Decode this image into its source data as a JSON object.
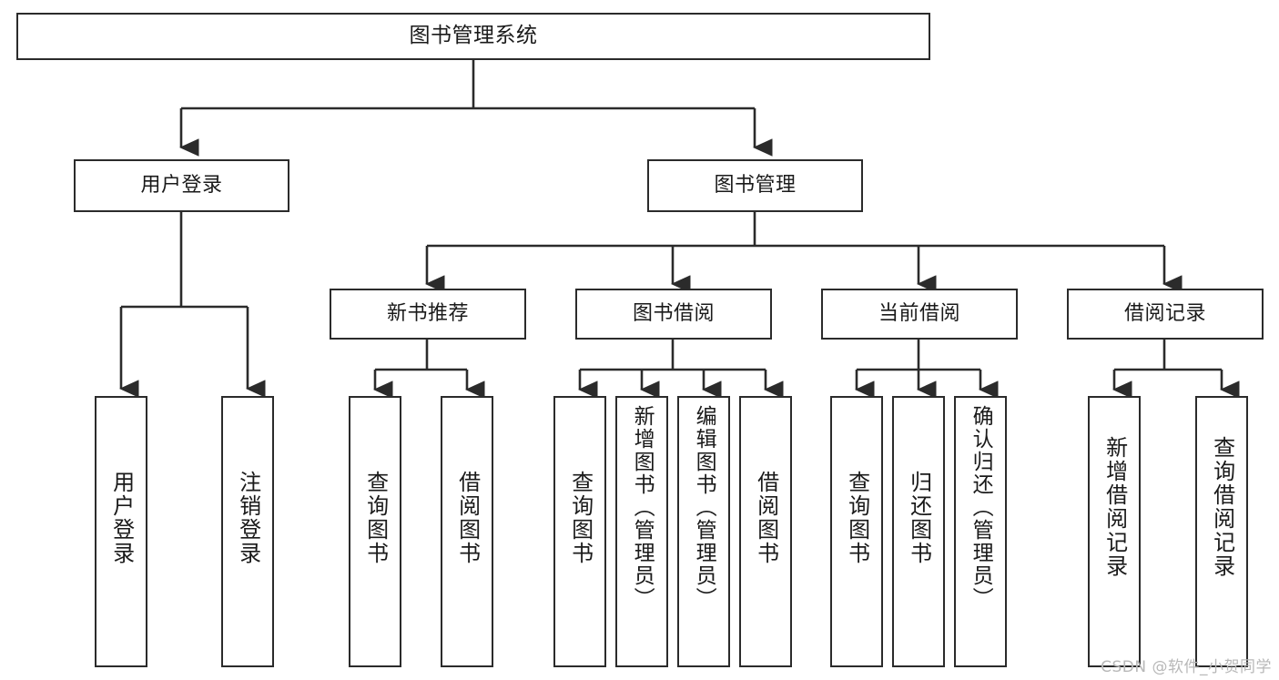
{
  "diagram": {
    "title": "图书管理系统",
    "type": "hierarchy-tree",
    "colors": {
      "background": "#ffffff",
      "box_border": "#2b2b2b",
      "box_fill": "#ffffff",
      "text": "#1a1a1a",
      "connector": "#2b2b2b",
      "watermark": "#b8b8b8"
    },
    "root": {
      "label": "图书管理系统"
    },
    "level2": [
      {
        "label": "用户登录"
      },
      {
        "label": "图书管理"
      }
    ],
    "level3": [
      {
        "label": "新书推荐"
      },
      {
        "label": "图书借阅"
      },
      {
        "label": "当前借阅"
      },
      {
        "label": "借阅记录"
      }
    ],
    "leaves": {
      "user_login": [
        {
          "label": "用户登录"
        },
        {
          "label": "注销登录"
        }
      ],
      "new_book": [
        {
          "label": "查询图书"
        },
        {
          "label": "借阅图书"
        }
      ],
      "borrow_book": [
        {
          "label": "查询图书"
        },
        {
          "label": "新增图书（管理员）"
        },
        {
          "label": "编辑图书（管理员）"
        },
        {
          "label": "借阅图书"
        }
      ],
      "current_borrow": [
        {
          "label": "查询图书"
        },
        {
          "label": "归还图书"
        },
        {
          "label": "确认归还（管理员）"
        }
      ],
      "borrow_record": [
        {
          "label": "新增借阅记录"
        },
        {
          "label": "查询借阅记录"
        }
      ]
    }
  },
  "watermark": {
    "text": "CSDN @软件_小贺同学"
  }
}
